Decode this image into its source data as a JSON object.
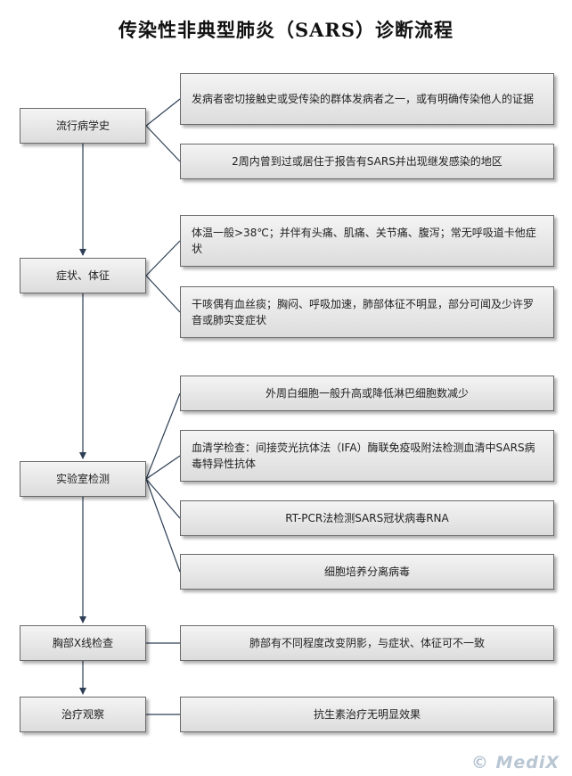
{
  "title": "传染性非典型肺炎（SARS）诊断流程",
  "steps": [
    {
      "label": "流行病学史",
      "details": [
        "发病者密切接触史或受传染的群体发病者之一，或有明确传染他人的证据",
        "2周内曾到过或居住于报告有SARS并出现继发感染的地区"
      ]
    },
    {
      "label": "症状、体征",
      "details": [
        "体温一般>38℃；并伴有头痛、肌痛、关节痛、腹泻；常无呼吸道卡他症状",
        "干咳偶有血丝痰；胸闷、呼吸加速，肺部体征不明显，部分可闻及少许罗音或肺实变症状"
      ]
    },
    {
      "label": "实验室检测",
      "details": [
        "外周白细胞一般升高或降低淋巴细胞数减少",
        "血清学检查：间接荧光抗体法（IFA）酶联免疫吸附法检测血清中SARS病毒特异性抗体",
        "RT-PCR法检测SARS冠状病毒RNA",
        "细胞培养分离病毒"
      ]
    },
    {
      "label": "胸部X线检查",
      "details": [
        "肺部有不同程度改变阴影，与症状、体征可不一致"
      ]
    },
    {
      "label": "治疗观察",
      "details": [
        "抗生素治疗无明显效果"
      ]
    }
  ],
  "watermark": "© MediX"
}
